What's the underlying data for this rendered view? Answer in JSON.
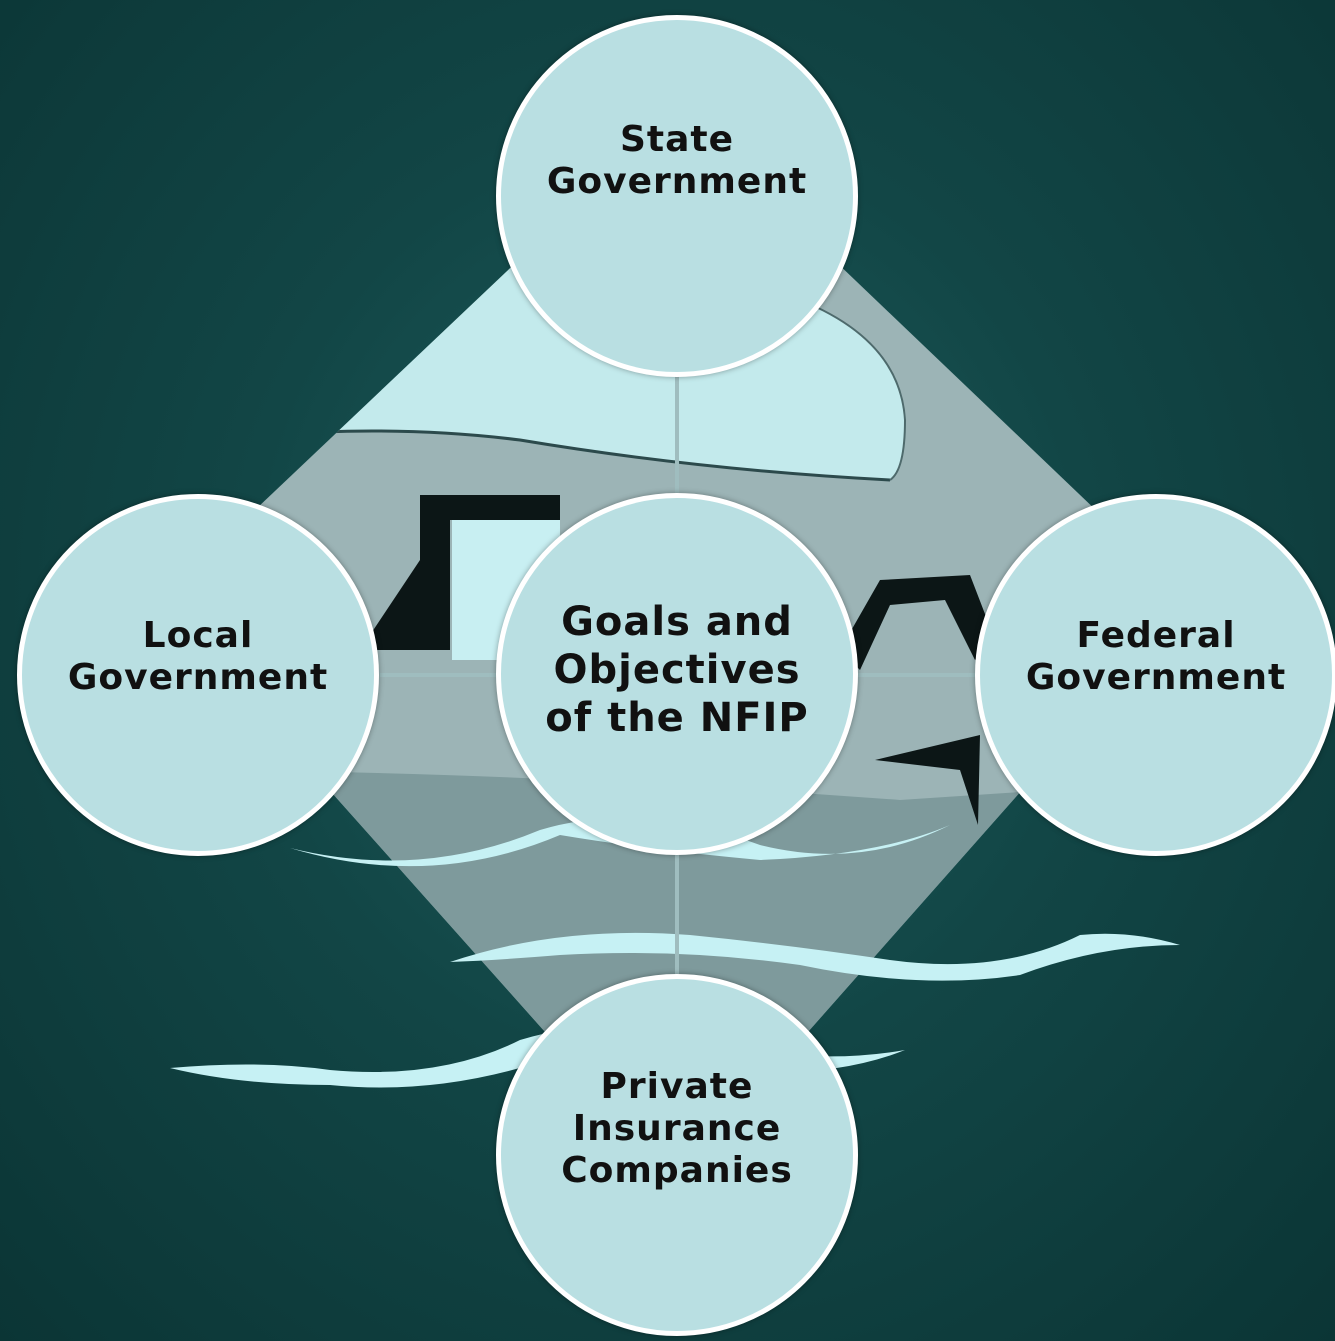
{
  "diagram": {
    "center": {
      "label": "Goals and\nObjectives\nof the NFIP"
    },
    "nodes": [
      {
        "key": "state",
        "label": "State\nGovernment"
      },
      {
        "key": "local",
        "label": "Local\nGovernment"
      },
      {
        "key": "federal",
        "label": "Federal\nGovernment"
      },
      {
        "key": "private",
        "label": "Private\nInsurance\nCompanies"
      }
    ]
  },
  "colors": {
    "background": "#0f4545",
    "circle_fill": "#b9dfe2",
    "circle_border": "#ffffff",
    "connector": "#9fbdbf",
    "emblem_fill": "#9cb4b6",
    "wave": "#c6f1f4"
  },
  "emblem": {
    "name": "nfip-logo-diamond",
    "description_icon": "house-on-water-icon"
  }
}
